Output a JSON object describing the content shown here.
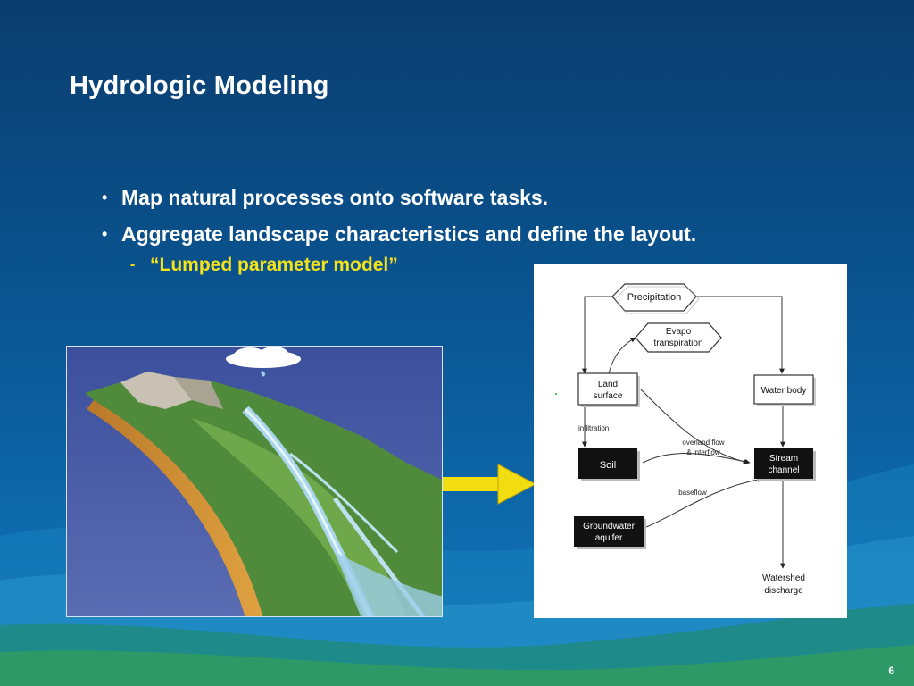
{
  "slide": {
    "title": "Hydrologic Modeling",
    "bullets": [
      "Map natural processes onto software tasks.",
      "Aggregate landscape characteristics and define the layout."
    ],
    "sub_bullet": "“Lumped parameter model”",
    "page_number": "6"
  },
  "diagram": {
    "nodes": {
      "precipitation": "Precipitation",
      "evapo_1": "Evapo",
      "evapo_2": "transpiration",
      "land_1": "Land",
      "land_2": "surface",
      "water_body": "Water body",
      "soil": "Soil",
      "stream_1": "Stream",
      "stream_2": "channel",
      "groundwater_1": "Groundwater",
      "groundwater_2": "aquifer",
      "discharge_1": "Watershed",
      "discharge_2": "discharge"
    },
    "edge_labels": {
      "infiltration": "infiltration",
      "overland_1": "overland flow",
      "overland_2": "& interflow",
      "baseflow": "baseflow"
    }
  },
  "colors": {
    "accent_yellow": "#f5e21a",
    "arrow_yellow": "#f2dd10",
    "dark_box": "#111111"
  }
}
